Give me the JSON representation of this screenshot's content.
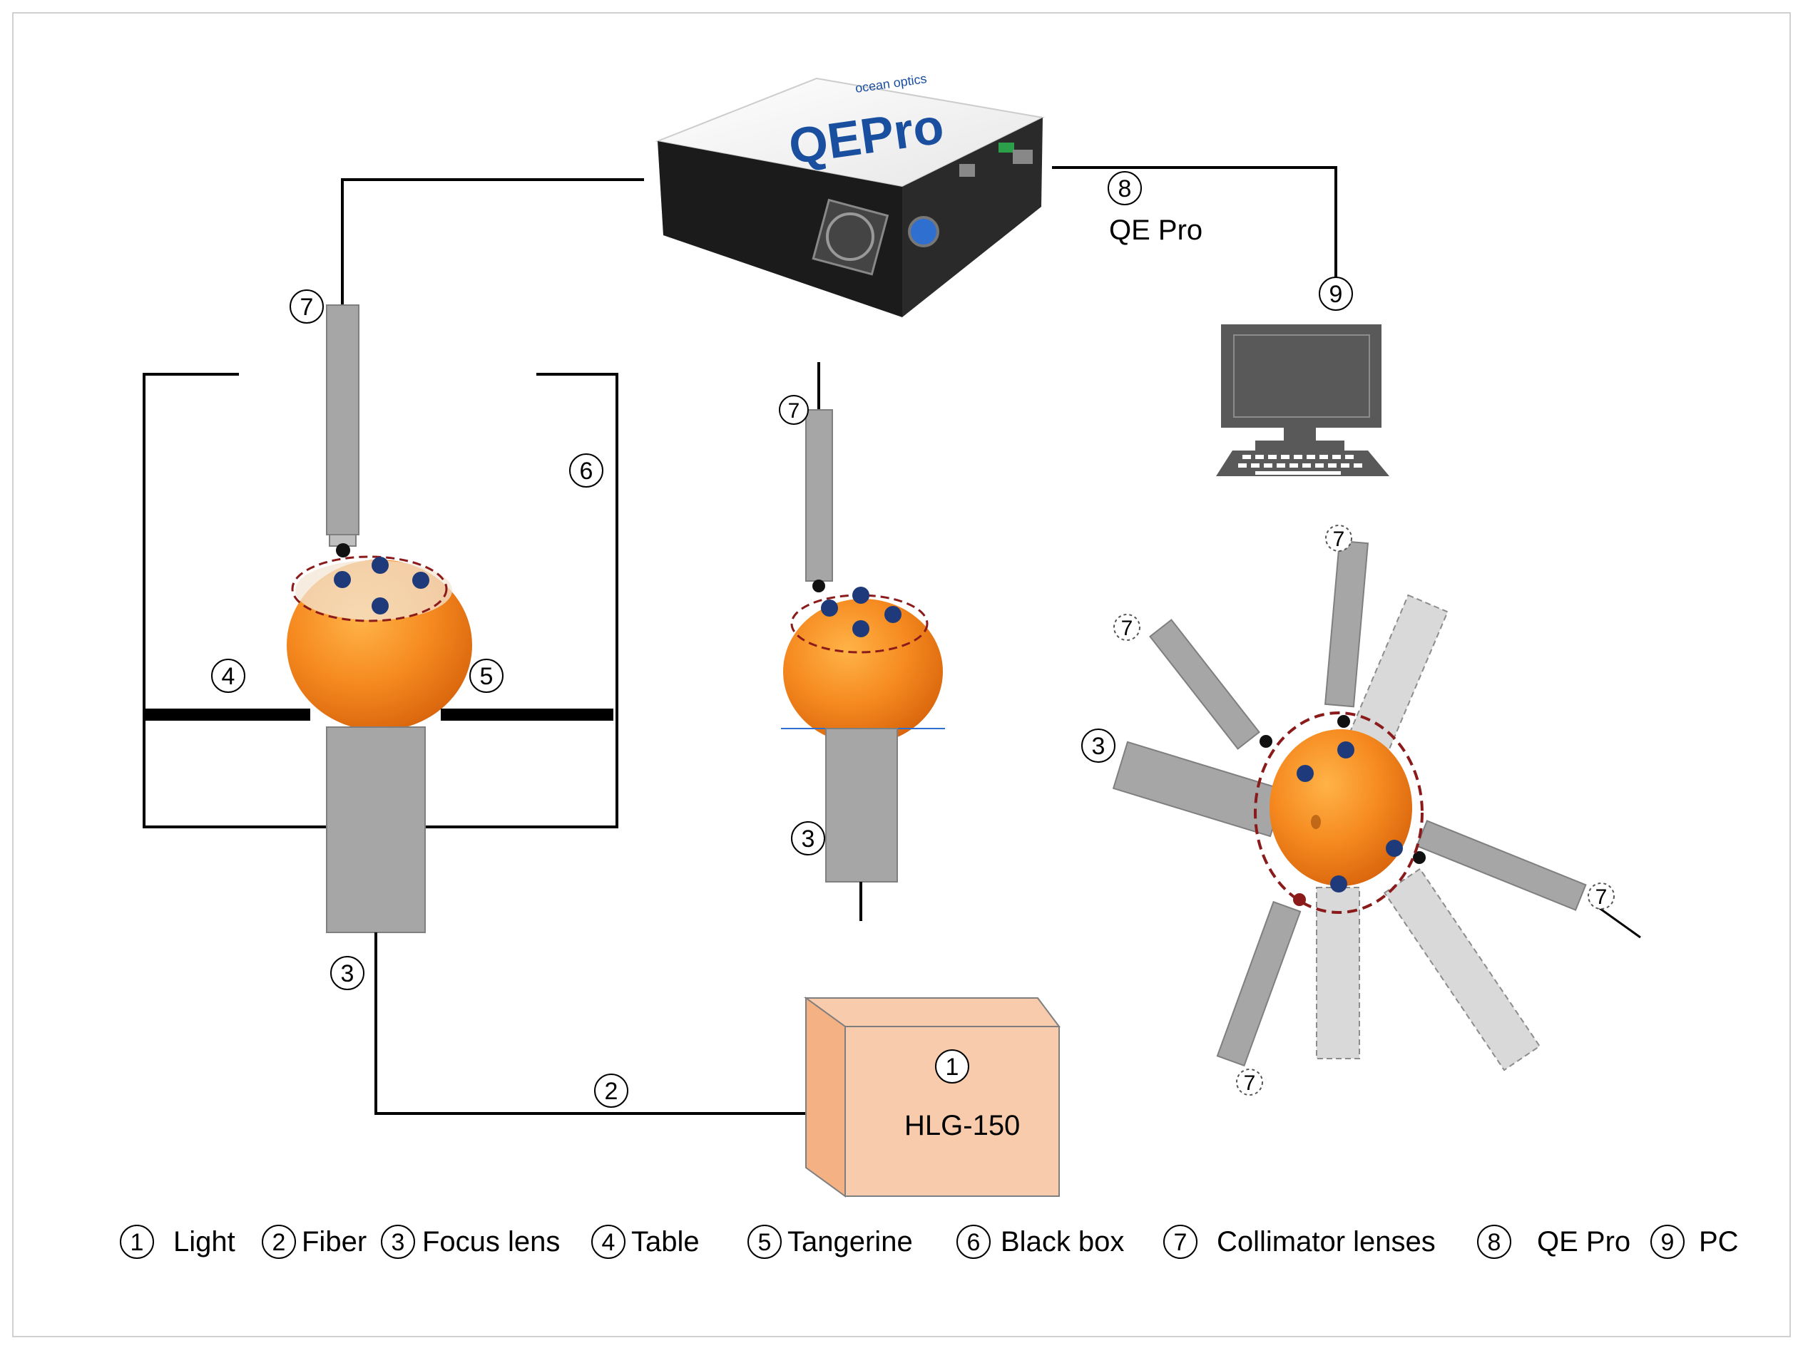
{
  "callouts": {
    "n1": "1",
    "n2": "2",
    "n3": "3",
    "n4": "4",
    "n5": "5",
    "n6": "6",
    "n7": "7",
    "n8": "8",
    "n9": "9"
  },
  "labels": {
    "qe_pro": "QE Pro",
    "hlg": "HLG-150",
    "device_brand": "QEPro",
    "device_maker": "ocean optics"
  },
  "legend": [
    {
      "num": "1",
      "text": "Light"
    },
    {
      "num": "2",
      "text": "Fiber"
    },
    {
      "num": "3",
      "text": "Focus lens"
    },
    {
      "num": "4",
      "text": "Table"
    },
    {
      "num": "5",
      "text": "Tangerine"
    },
    {
      "num": "6",
      "text": "Black box"
    },
    {
      "num": "7",
      "text": "Collimator lenses"
    },
    {
      "num": "8",
      "text": "QE Pro"
    },
    {
      "num": "9",
      "text": "PC"
    }
  ],
  "colors": {
    "lens_gray": "#a6a6a6",
    "lens_light": "#d9d9d9",
    "light_box": "#f8cbad",
    "orange": "#f5891f",
    "dot": "#1f3a7a",
    "dashed_ring": "#8b1a1a",
    "monitor": "#595959"
  }
}
